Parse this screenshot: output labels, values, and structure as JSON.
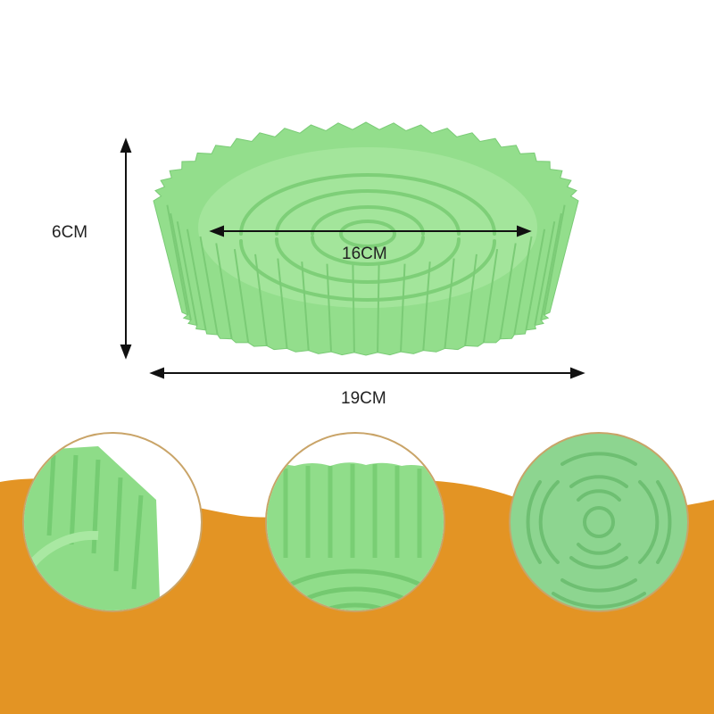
{
  "dimensions": {
    "height": "6CM",
    "inner_diameter": "16CM",
    "outer_diameter": "19CM"
  },
  "colors": {
    "background": "#ffffff",
    "wave": "#E39424",
    "silicone": "#8FDC8A",
    "silicone_dark": "#6CC56A",
    "circle_border": "#C9A468"
  },
  "detail_views": [
    "edge-detail",
    "wall-detail",
    "base-detail"
  ]
}
